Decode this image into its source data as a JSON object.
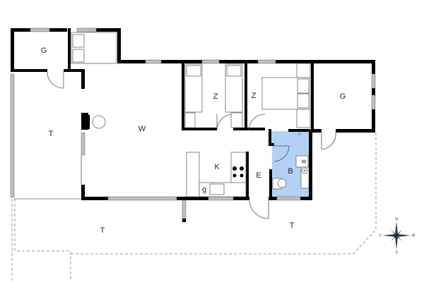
{
  "floorplan": {
    "rooms": [
      {
        "id": "G1",
        "label": "G",
        "name": "storage-room-top-left"
      },
      {
        "id": "T1",
        "label": "T",
        "name": "covered-terrace-left"
      },
      {
        "id": "W",
        "label": "W",
        "name": "living-room"
      },
      {
        "id": "Z1",
        "label": "Z",
        "name": "bedroom-twin"
      },
      {
        "id": "Z2",
        "label": "Z",
        "name": "bedroom-double"
      },
      {
        "id": "G2",
        "label": "G",
        "name": "storage-room-right"
      },
      {
        "id": "K",
        "label": "K",
        "name": "kitchen"
      },
      {
        "id": "g",
        "label": "g",
        "name": "dishwasher"
      },
      {
        "id": "E",
        "label": "E",
        "name": "entrance"
      },
      {
        "id": "B",
        "label": "B",
        "name": "bathroom"
      },
      {
        "id": "w",
        "label": "w",
        "name": "washing-machine"
      },
      {
        "id": "T2",
        "label": "T",
        "name": "terrace-bottom-left"
      },
      {
        "id": "T3",
        "label": "T",
        "name": "terrace-bottom-right"
      }
    ],
    "compass": {
      "n": "N",
      "s": "S",
      "e": "Ø",
      "w": "V"
    },
    "colors": {
      "wall": "#000000",
      "window": "#bdbdbd",
      "bathroom": "#b3d1f5",
      "background": "#ffffff"
    }
  }
}
